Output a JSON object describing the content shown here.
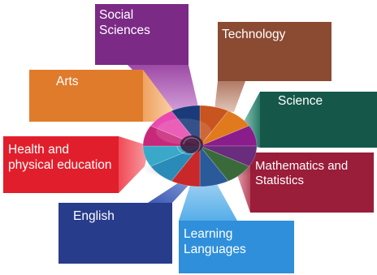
{
  "diagram": {
    "center": {
      "icon": "spiral-shell-icon",
      "slice_colors": [
        "#c85420",
        "#e07a1c",
        "#8a1c8c",
        "#6a2c7c",
        "#3a6a3a",
        "#2a5a9a",
        "#c8282a",
        "#2a8ab8",
        "#3aa8c8",
        "#c8287a",
        "#e84ab0",
        "#1a3a7a"
      ]
    },
    "areas": [
      {
        "key": "social_sciences",
        "label": "Social Sciences",
        "color": "#7b2a85"
      },
      {
        "key": "technology",
        "label": "Technology",
        "color": "#8b4a32"
      },
      {
        "key": "arts",
        "label": "Arts",
        "color": "#e07b2c"
      },
      {
        "key": "science",
        "label": "Science",
        "color": "#15584a"
      },
      {
        "key": "health",
        "label": "Health and physical education",
        "color": "#e11f2c"
      },
      {
        "key": "maths",
        "label": "Mathematics and Statistics",
        "color": "#9a1d3a"
      },
      {
        "key": "english",
        "label": "English",
        "color": "#283c8c"
      },
      {
        "key": "languages",
        "label": "Learning Languages",
        "color": "#2f8fdb"
      }
    ]
  }
}
